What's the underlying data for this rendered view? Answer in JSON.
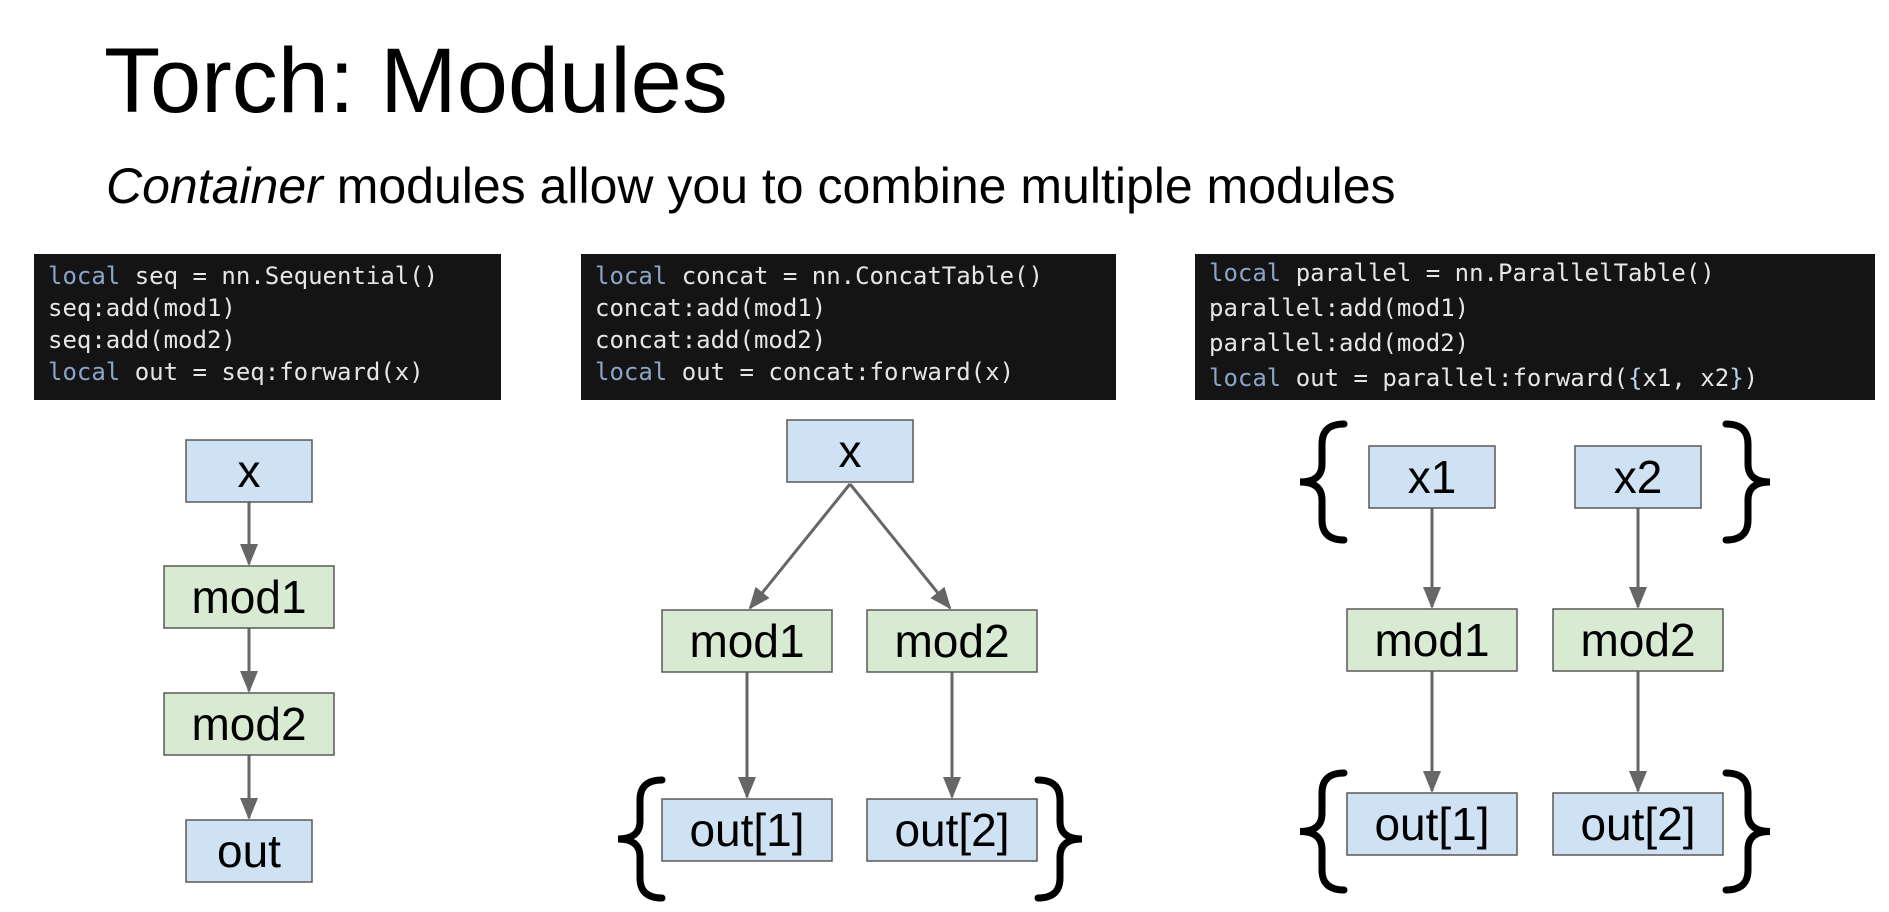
{
  "title": "Torch: Modules",
  "subtitle": {
    "emphasis": "Container",
    "rest": " modules allow you to combine multiple modules"
  },
  "code_blocks": [
    {
      "lines": [
        [
          {
            "t": "local",
            "kw": true
          },
          {
            "t": " seq = nn.Sequential()"
          }
        ],
        [
          {
            "t": "seq:add(mod1)"
          }
        ],
        [
          {
            "t": "seq:add(mod2)"
          }
        ],
        [
          {
            "t": "local",
            "kw": true
          },
          {
            "t": " out = seq:forward(x)"
          }
        ]
      ]
    },
    {
      "lines": [
        [
          {
            "t": "local",
            "kw": true
          },
          {
            "t": " concat = nn.ConcatTable()"
          }
        ],
        [
          {
            "t": "concat:add(mod1)"
          }
        ],
        [
          {
            "t": "concat:add(mod2)"
          }
        ],
        [
          {
            "t": "local",
            "kw": true
          },
          {
            "t": " out = concat:forward(x)"
          }
        ]
      ]
    },
    {
      "lines": [
        [
          {
            "t": "local",
            "kw": true
          },
          {
            "t": " parallel = nn.ParallelTable()"
          }
        ],
        [
          {
            "t": "parallel:add(mod1)"
          }
        ],
        [
          {
            "t": "parallel:add(mod2)"
          }
        ],
        [
          {
            "t": "local",
            "kw": true
          },
          {
            "t": " out = parallel:forward("
          },
          {
            "t": "{",
            "br": true
          },
          {
            "t": "x1, x2"
          },
          {
            "t": "}",
            "br": true
          },
          {
            "t": ")"
          }
        ]
      ]
    }
  ],
  "colors": {
    "input_fill": "#cfe2f3",
    "module_fill": "#d9ead3",
    "border": "#595959",
    "arrow": "#666666",
    "code_bg": "#141414",
    "code_text": "#e6e6e6",
    "code_keyword": "#8ba4c8"
  },
  "diagrams": {
    "sequential": {
      "nodes": [
        "x",
        "mod1",
        "mod2",
        "out"
      ]
    },
    "concat": {
      "input": "x",
      "modules": [
        "mod1",
        "mod2"
      ],
      "outputs": [
        "out[1]",
        "out[2]"
      ]
    },
    "parallel": {
      "inputs": [
        "x1",
        "x2"
      ],
      "modules": [
        "mod1",
        "mod2"
      ],
      "outputs": [
        "out[1]",
        "out[2]"
      ]
    }
  }
}
